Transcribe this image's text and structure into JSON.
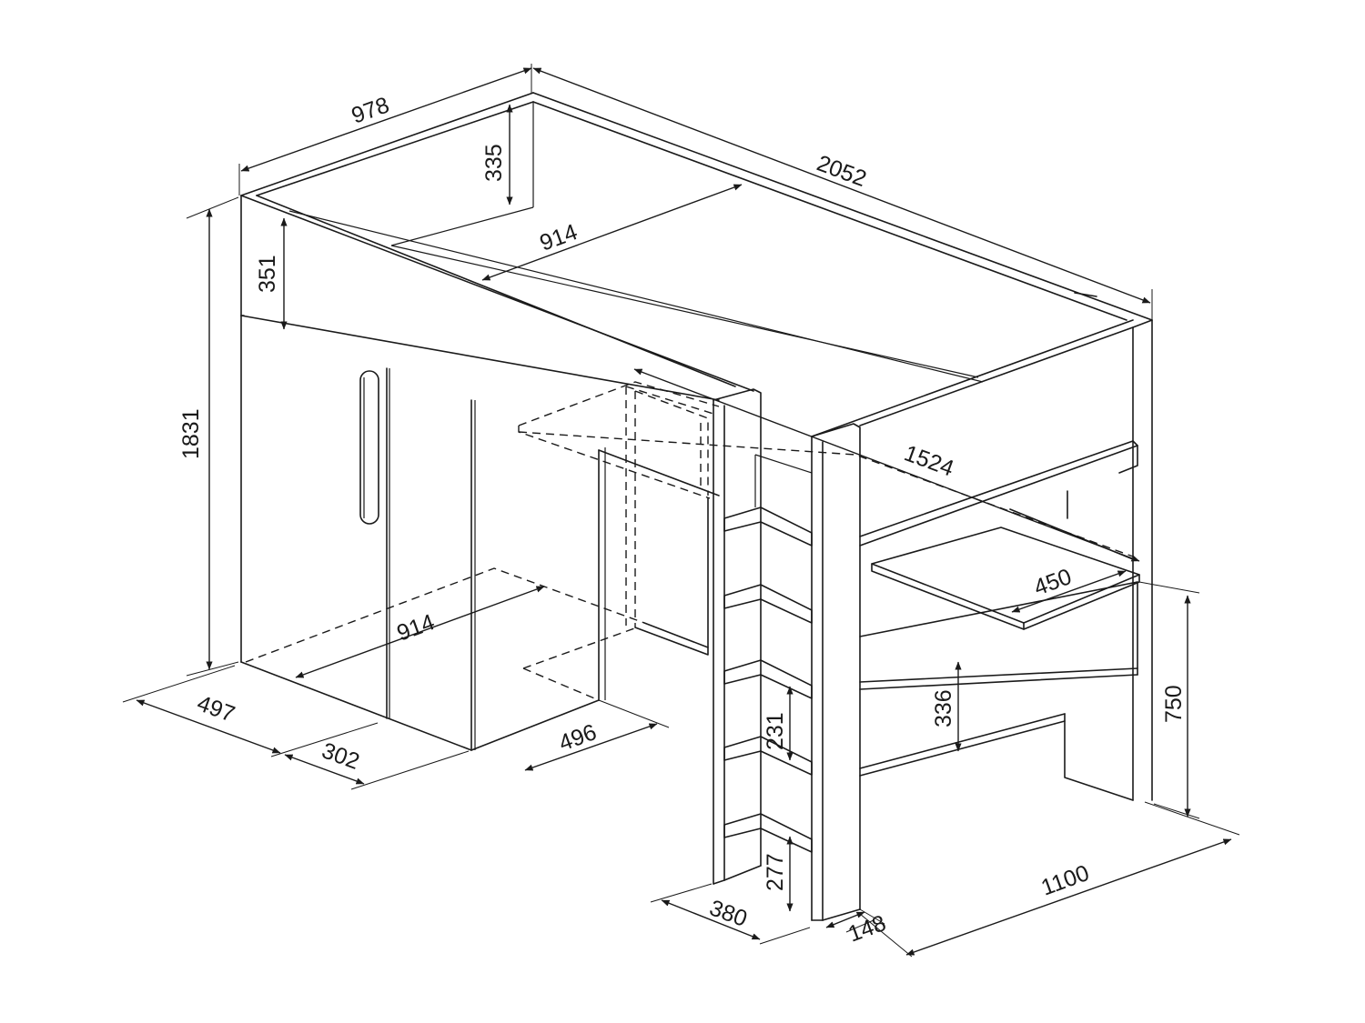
{
  "drawing": {
    "stroke_color": "#1a1a1a",
    "background": "#ffffff"
  },
  "dimensions": {
    "overall_depth": "978",
    "overall_length": "2052",
    "top_rail_height": "335",
    "mattress_width_top": "914",
    "front_panel_height": "351",
    "overall_height": "1831",
    "desk_length": "1524",
    "desk_depth": "450",
    "wardrobe_depth_floor": "914",
    "wardrobe_depth": "497",
    "wardrobe_width": "302",
    "desk_unit_depth": "496",
    "step_spacing": "231",
    "bottom_step_height": "277",
    "ladder_depth": "380",
    "ladder_width": "148",
    "shelf_opening_height": "336",
    "desk_height": "750",
    "desk_width": "1100"
  }
}
